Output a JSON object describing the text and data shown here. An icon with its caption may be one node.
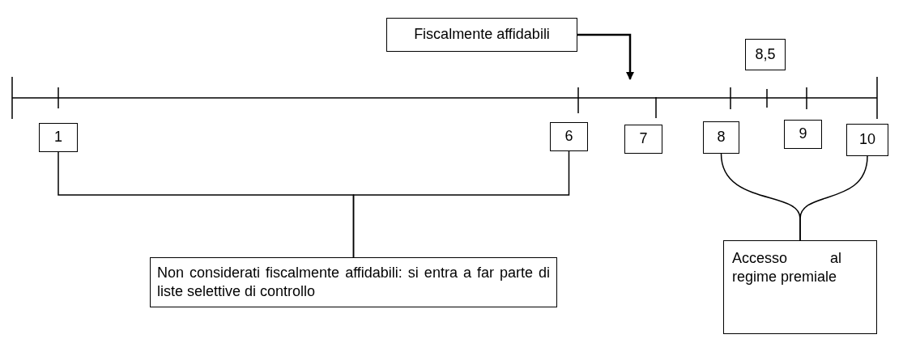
{
  "diagram": {
    "nodes": [
      {
        "text": [
          "Fiscalmente affidabili"
        ]
      },
      {
        "text": [
          "8,5"
        ]
      },
      {
        "text": [
          "1"
        ]
      },
      {
        "text": [
          "6"
        ]
      },
      {
        "text": [
          "7"
        ]
      },
      {
        "text": [
          "8"
        ]
      },
      {
        "text": [
          "9"
        ]
      },
      {
        "text": [
          "10"
        ]
      },
      {
        "text": [
          "Non considerati fiscalmente affidabili: si entra a far parte di liste selettive di controllo"
        ]
      },
      {
        "text": [
          "Accesso al regime premiale"
        ]
      }
    ],
    "edges": [
      {
        "from": 0,
        "to": null,
        "arrow": "to"
      },
      {
        "from": 2,
        "to": 8,
        "arrow": "none"
      },
      {
        "from": 3,
        "to": 8,
        "arrow": "none"
      },
      {
        "from": 5,
        "to": 9,
        "arrow": "none"
      },
      {
        "from": 7,
        "to": 9,
        "arrow": "none"
      }
    ]
  }
}
